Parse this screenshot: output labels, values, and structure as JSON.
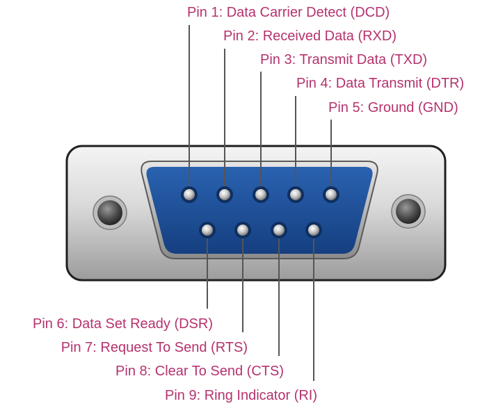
{
  "diagram": {
    "connector": {
      "shell_color": "#d4d4d4",
      "face_color": "#1d4f98",
      "label_color": "#b5326e"
    },
    "top_pins": [
      {
        "number": 1,
        "label": "Pin 1: Data Carrier Detect (DCD)"
      },
      {
        "number": 2,
        "label": "Pin 2: Received Data (RXD)"
      },
      {
        "number": 3,
        "label": "Pin 3: Transmit Data (TXD)"
      },
      {
        "number": 4,
        "label": "Pin 4: Data Transmit (DTR)"
      },
      {
        "number": 5,
        "label": "Pin 5: Ground (GND)"
      }
    ],
    "bottom_pins": [
      {
        "number": 6,
        "label": "Pin 6: Data Set Ready (DSR)"
      },
      {
        "number": 7,
        "label": "Pin 7: Request To Send (RTS)"
      },
      {
        "number": 8,
        "label": "Pin 8: Clear To Send (CTS)"
      },
      {
        "number": 9,
        "label": "Pin 9: Ring Indicator (RI)"
      }
    ]
  }
}
